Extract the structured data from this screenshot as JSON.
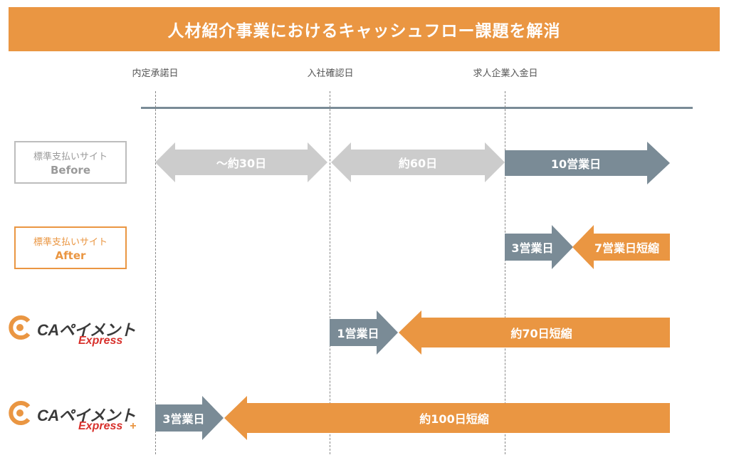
{
  "title": "人材紹介事業におけるキャッシュフロー課題を解消",
  "milestones": [
    "内定承諾日",
    "入社確認日",
    "求人企業入金日"
  ],
  "rows": {
    "before": {
      "label_line1": "標準支払いサイト",
      "label_line2": "Before",
      "segments": [
        "〜約30日",
        "約60日",
        "10営業日"
      ]
    },
    "after": {
      "label_line1": "標準支払いサイト",
      "label_line2": "After",
      "segments": [
        "3営業日",
        "7営業日短縮"
      ]
    },
    "express": {
      "logo_text": "CAペイメント",
      "logo_sub": "Express",
      "segments": [
        "1営業日",
        "約70日短縮"
      ]
    },
    "express_plus": {
      "logo_text": "CAペイメント",
      "logo_sub": "Express",
      "logo_plus": "+",
      "segments": [
        "3営業日",
        "約100日短縮"
      ]
    }
  },
  "colors": {
    "orange": "#EA9642",
    "slate": "#7A8B96",
    "light_gray": "#CCCCCC",
    "logo_red": "#D8322D"
  }
}
